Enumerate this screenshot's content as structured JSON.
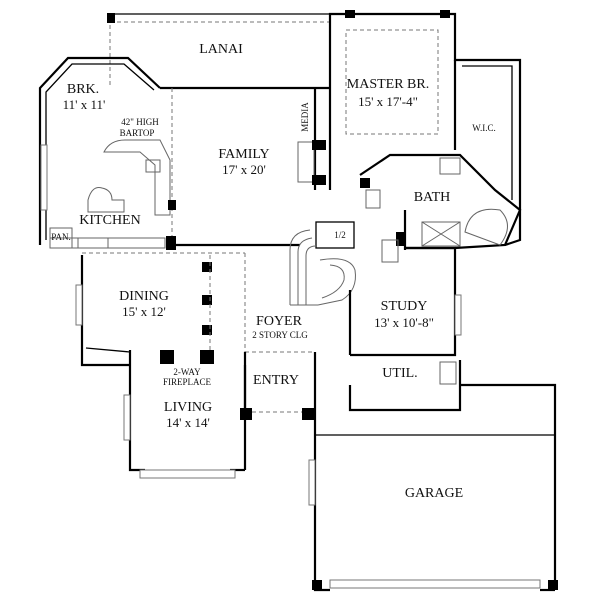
{
  "rooms": {
    "lanai": {
      "name": "LANAI"
    },
    "master": {
      "name": "MASTER BR.",
      "dims": "15' x 17'-4\""
    },
    "wic": {
      "name": "W.I.C."
    },
    "brk": {
      "name": "BRK.",
      "dims": "11' x 11'"
    },
    "bartop": {
      "line1": "42\" HIGH",
      "line2": "BARTOP"
    },
    "family": {
      "name": "FAMILY",
      "dims": "17' x 20'"
    },
    "media": {
      "name": "MEDIA"
    },
    "bath": {
      "name": "BATH"
    },
    "kitchen": {
      "name": "KITCHEN"
    },
    "pan": {
      "name": "PAN."
    },
    "half_bath": {
      "name": "1/2"
    },
    "dining": {
      "name": "DINING",
      "dims": "15' x 12'"
    },
    "foyer": {
      "name": "FOYER",
      "note": "2 STORY CLG"
    },
    "study": {
      "name": "STUDY",
      "dims": "13' x 10'-8\""
    },
    "fireplace": {
      "line1": "2-WAY",
      "line2": "FIREPLACE"
    },
    "entry": {
      "name": "ENTRY"
    },
    "util": {
      "name": "UTIL."
    },
    "living": {
      "name": "LIVING",
      "dims": "14' x 14'"
    },
    "garage": {
      "name": "GARAGE"
    }
  }
}
